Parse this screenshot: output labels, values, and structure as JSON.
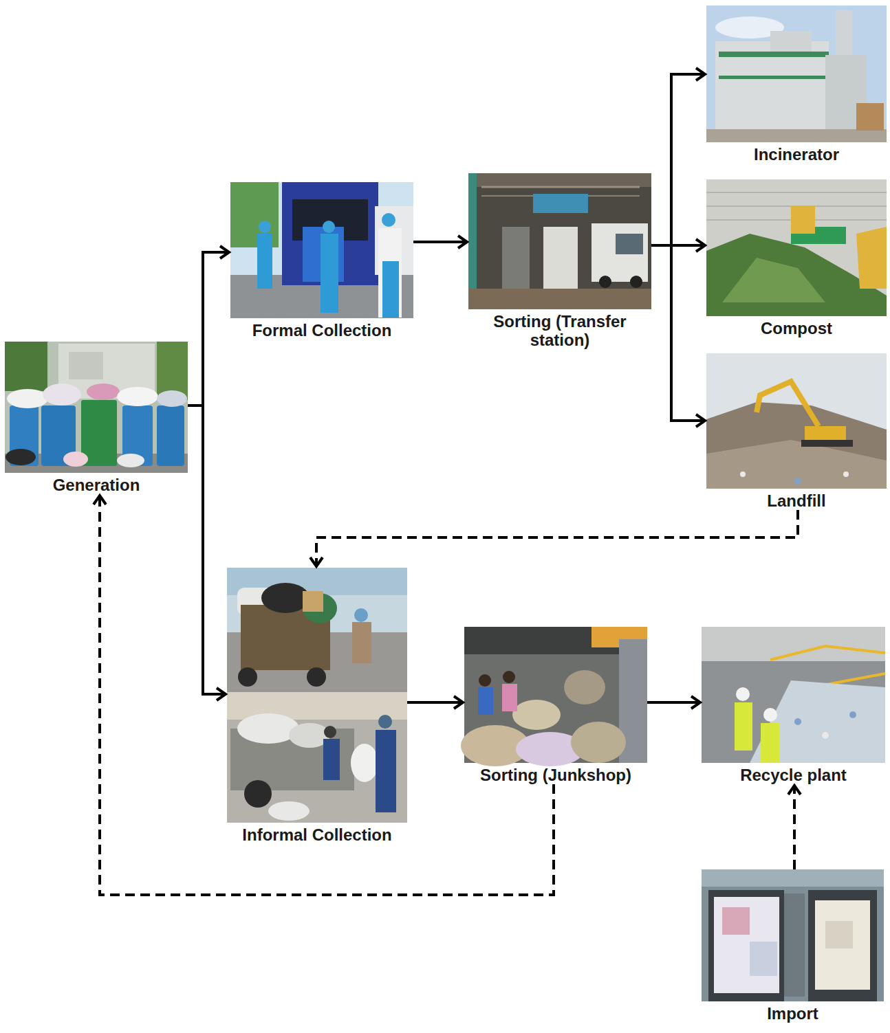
{
  "diagram": {
    "nodes": [
      {
        "text": [
          "Generation"
        ]
      },
      {
        "text": [
          "Formal Collection"
        ]
      },
      {
        "text": [
          "Sorting (Transfer station)"
        ]
      },
      {
        "text": [
          "Incinerator"
        ]
      },
      {
        "text": [
          "Compost"
        ]
      },
      {
        "text": [
          "Landfill"
        ]
      },
      {
        "text": [
          "Informal Collection"
        ]
      },
      {
        "text": [
          "Sorting (Junkshop)"
        ]
      },
      {
        "text": [
          "Recycle plant"
        ]
      },
      {
        "text": [
          "Import"
        ]
      }
    ],
    "edges": [
      {
        "from": 0,
        "to": 1,
        "arrow": "to"
      },
      {
        "from": 0,
        "to": 6,
        "arrow": "to"
      },
      {
        "from": 1,
        "to": 2,
        "arrow": "to"
      },
      {
        "from": 2,
        "to": 3,
        "arrow": "to"
      },
      {
        "from": 2,
        "to": 4,
        "arrow": "to"
      },
      {
        "from": 2,
        "to": 5,
        "arrow": "to"
      },
      {
        "from": 5,
        "to": 6,
        "arrow": "to"
      },
      {
        "from": 6,
        "to": 7,
        "arrow": "to"
      },
      {
        "from": 7,
        "to": 8,
        "arrow": "to"
      },
      {
        "from": 7,
        "to": 0,
        "arrow": "to"
      },
      {
        "from": 9,
        "to": 8,
        "arrow": "to"
      }
    ]
  }
}
